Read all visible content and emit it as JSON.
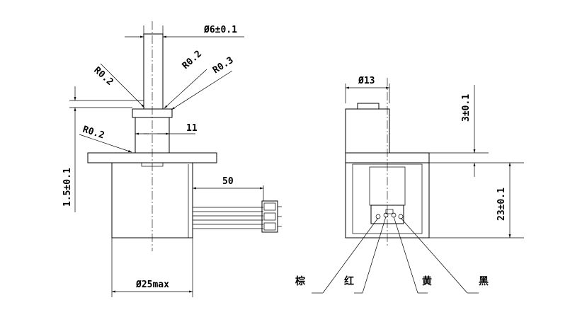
{
  "dimensions": {
    "shaft_dia": "Ø6±0.1",
    "r1": "R0.2",
    "r2": "R0.2",
    "r3": "R0.3",
    "r4": "R0.2",
    "collar_len": "11",
    "stroke": "1.5±0.1",
    "lead_len": "50",
    "body_dia": "Ø25max",
    "boss_dia": "Ø13",
    "boss_h": "3±0.1",
    "body_h": "23±0.1"
  },
  "wires": [
    "棕",
    "红",
    "黄",
    "黑"
  ]
}
